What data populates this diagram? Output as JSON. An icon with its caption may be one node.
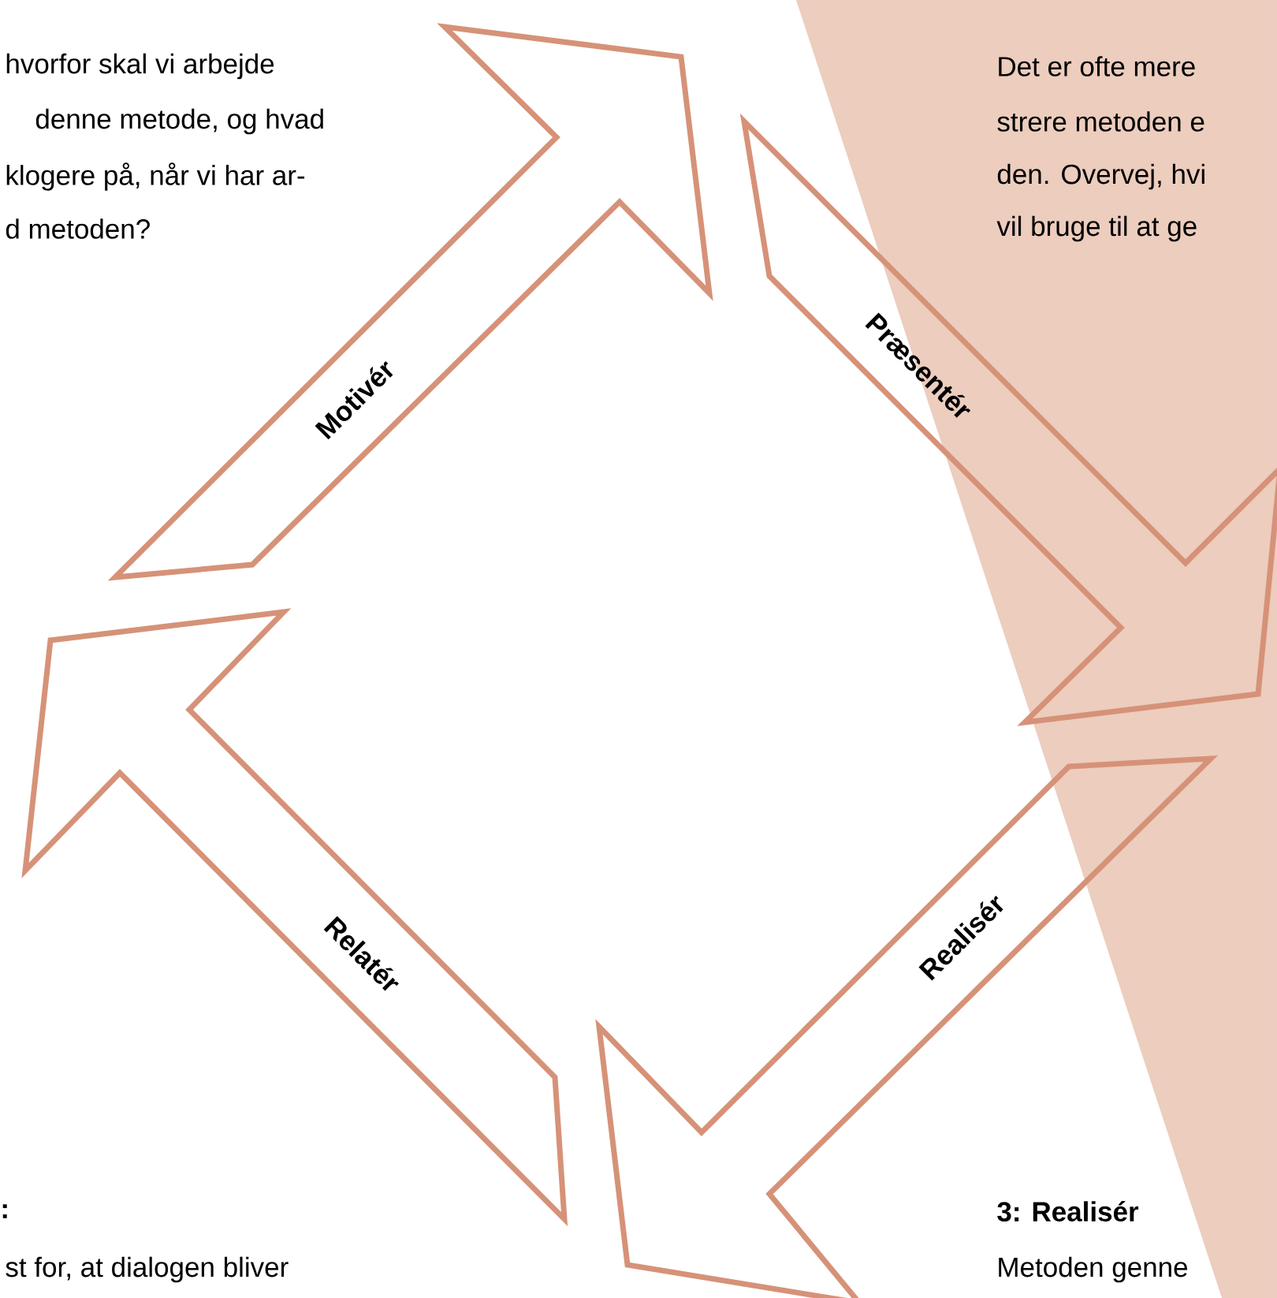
{
  "diagram": {
    "nodes": [
      {
        "text": [
          "Motivér"
        ]
      },
      {
        "text": [
          "Præsentér"
        ]
      },
      {
        "text": [
          "Realisér"
        ]
      },
      {
        "text": [
          "Relatér"
        ]
      }
    ],
    "labels": [
      "hvorfor skal vi arbejde",
      "denne metode, og hvad",
      "klogere på, når vi har ar-",
      "d metoden?",
      "Det er ofte mere",
      "strere metoden e",
      "den. Overvej, hvi",
      "vil bruge til at ge",
      ":",
      "st for, at dialogen bliver",
      "3: Realisér",
      "Metoden genne"
    ]
  }
}
